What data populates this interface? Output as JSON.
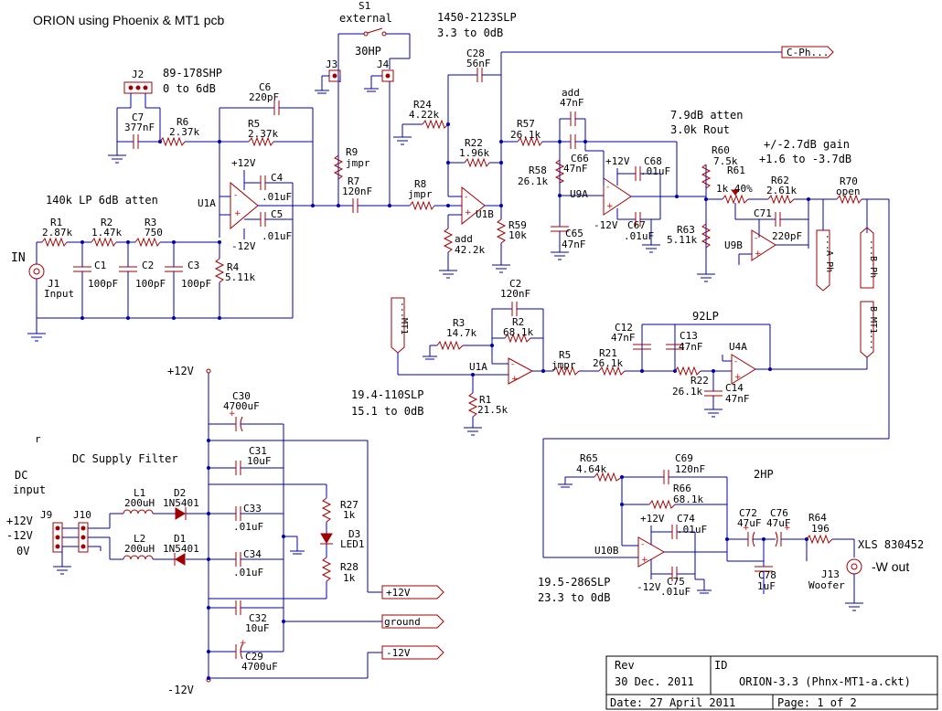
{
  "title": "ORION using Phoenix & MT1 pcb",
  "input": {
    "label": "IN",
    "jack": "J1",
    "jack_sub": "Input"
  },
  "lp_section": {
    "label": "140k LP 6dB atten",
    "R1": [
      "R1",
      "2.87k"
    ],
    "R2": [
      "R2",
      "1.47k"
    ],
    "R3": [
      "R3",
      "750"
    ],
    "R4": [
      "R4",
      "5.11k"
    ],
    "C1": [
      "C1",
      "100pF"
    ],
    "C2": [
      "C2",
      "100pF"
    ],
    "C3": [
      "C3",
      "100pF"
    ]
  },
  "shelf1": {
    "label": "89-178SHP",
    "range": "0 to 6dB",
    "jumper": "J2",
    "C7": [
      "C7",
      "377nF"
    ],
    "R6": [
      "R6",
      "2.37k"
    ],
    "R5": [
      "R5",
      "2.37k"
    ],
    "C6": [
      "C6",
      "220pF"
    ]
  },
  "u1a_top": {
    "name": "U1A",
    "plus": "+12V",
    "minus": "-12V",
    "C4": [
      "C4",
      ".01uF"
    ],
    "C5": [
      "C5",
      ".01uF"
    ]
  },
  "switch": {
    "ref": "S1",
    "label": "external",
    "j3": "J3",
    "j4": "J4",
    "hp": "30HP",
    "R9": [
      "R9",
      "jmpr"
    ],
    "R7": [
      "R7",
      "120nF"
    ],
    "R8": [
      "R8",
      "jmpr"
    ]
  },
  "slp1": {
    "label": "1450-2123SLP",
    "range": "3.3 to 0dB",
    "C28": [
      "C28",
      "56nF"
    ],
    "R24": [
      "R24",
      "4.22k"
    ],
    "R22": [
      "R22",
      "1.96k"
    ],
    "add": [
      "add",
      "42.2k"
    ],
    "R59": [
      "R59",
      "10k"
    ],
    "u": "U1B"
  },
  "tweeter_tag": "C-Ph...",
  "u9a": {
    "name": "U9A",
    "R57": [
      "R57",
      "26.1k"
    ],
    "R58": [
      "R58",
      "26.1k"
    ],
    "add": [
      "add",
      "47nF"
    ],
    "C66": [
      "C66",
      "47nF"
    ],
    "C65": [
      "C65",
      "47nF"
    ],
    "C68": [
      "C68",
      ".01uF"
    ],
    "C67": [
      "C67",
      ".01uF"
    ],
    "plus": "+12V",
    "minus": "-12V"
  },
  "atten": {
    "line1": "7.9dB atten",
    "line2": "3.0k Rout",
    "R60": [
      "R60",
      "7.5k"
    ],
    "R63": [
      "R63",
      "5.11k"
    ]
  },
  "gain": {
    "line1": "+/-2.7dB gain",
    "line2": "+1.6 to -3.7dB",
    "R61": [
      "R61",
      "1k 40%"
    ],
    "R62": [
      "R62",
      "2.61k"
    ],
    "C71": [
      "C71",
      "220pF"
    ],
    "u": "U9B",
    "R70": [
      "R70",
      "open"
    ]
  },
  "tags": {
    "a_ph": "...A-Ph",
    "b_ph": "...B-Ph",
    "b_mt": "B-MT1...",
    "mt1": "...MT1"
  },
  "lp92": {
    "label": "92LP",
    "R3": [
      "R3",
      "14.7k"
    ],
    "C2": [
      "C2",
      "120nF"
    ],
    "R2": [
      "R2",
      "68.1k"
    ],
    "R5": [
      "R5",
      "jmpr"
    ],
    "R21": [
      "R21",
      "26.1k"
    ],
    "C12": [
      "C12",
      "47nF"
    ],
    "C13": [
      "C13",
      "47nF"
    ],
    "R22": [
      "R22",
      "26.1k"
    ],
    "C14": [
      "C14",
      "47nF"
    ],
    "R1": [
      "R1",
      "21.5k"
    ],
    "u1a": "U1A",
    "u4a": "U4A",
    "slp": "19.4-110SLP",
    "range": "15.1 to 0dB"
  },
  "supply": {
    "title": "DC Supply Filter",
    "dc": "DC",
    "input": "input",
    "p12": "+12V",
    "m12": "-12V",
    "zero": "0V",
    "j9": "J9",
    "j10": "J10",
    "L1": [
      "L1",
      "200uH"
    ],
    "L2": [
      "L2",
      "200uH"
    ],
    "D2": [
      "D2",
      "1N5401"
    ],
    "D1": [
      "D1",
      "1N5401"
    ],
    "C30": [
      "C30",
      "4700uF"
    ],
    "C31": [
      "C31",
      "10uF"
    ],
    "C33": [
      "C33",
      ".01uF"
    ],
    "C34": [
      "C34",
      ".01uF"
    ],
    "C32": [
      "C32",
      "10uF"
    ],
    "C29": [
      "C29",
      "4700uF"
    ],
    "R27": [
      "R27",
      "1k"
    ],
    "R28": [
      "R28",
      "1k"
    ],
    "D3": [
      "D3",
      "LED1"
    ],
    "top_rail": "+12V",
    "bottom_rail": "-12V",
    "out_p": "+12V",
    "out_g": "ground",
    "out_m": "-12V"
  },
  "woofer": {
    "R65": [
      "R65",
      "4.64k"
    ],
    "C69": [
      "C69",
      "120nF"
    ],
    "R66": [
      "R66",
      "68.1k"
    ],
    "C74": [
      "C74",
      ".01uF"
    ],
    "C75": [
      "C75",
      ".01uF"
    ],
    "plus": "+12V",
    "minus": "-12V",
    "u": "U10B",
    "slp": "19.5-286SLP",
    "range": "23.3 to 0dB",
    "hp": "2HP",
    "C72": [
      "C72",
      "47uF"
    ],
    "C76": [
      "C76",
      "47uF"
    ],
    "C78": [
      "C78",
      "1uF"
    ],
    "R64": [
      "R64",
      "196"
    ],
    "xls": "XLS 830452",
    "J13": [
      "J13",
      "Woofer"
    ],
    "out": "-W out"
  },
  "titleblock": {
    "rev_label": "Rev",
    "rev": "30 Dec. 2011",
    "id_label": "ID",
    "id": "ORION-3.3   (Phnx-MT1-a.ckt)",
    "date": "Date: 27 April 2011",
    "page": "Page: 1 of 2"
  }
}
